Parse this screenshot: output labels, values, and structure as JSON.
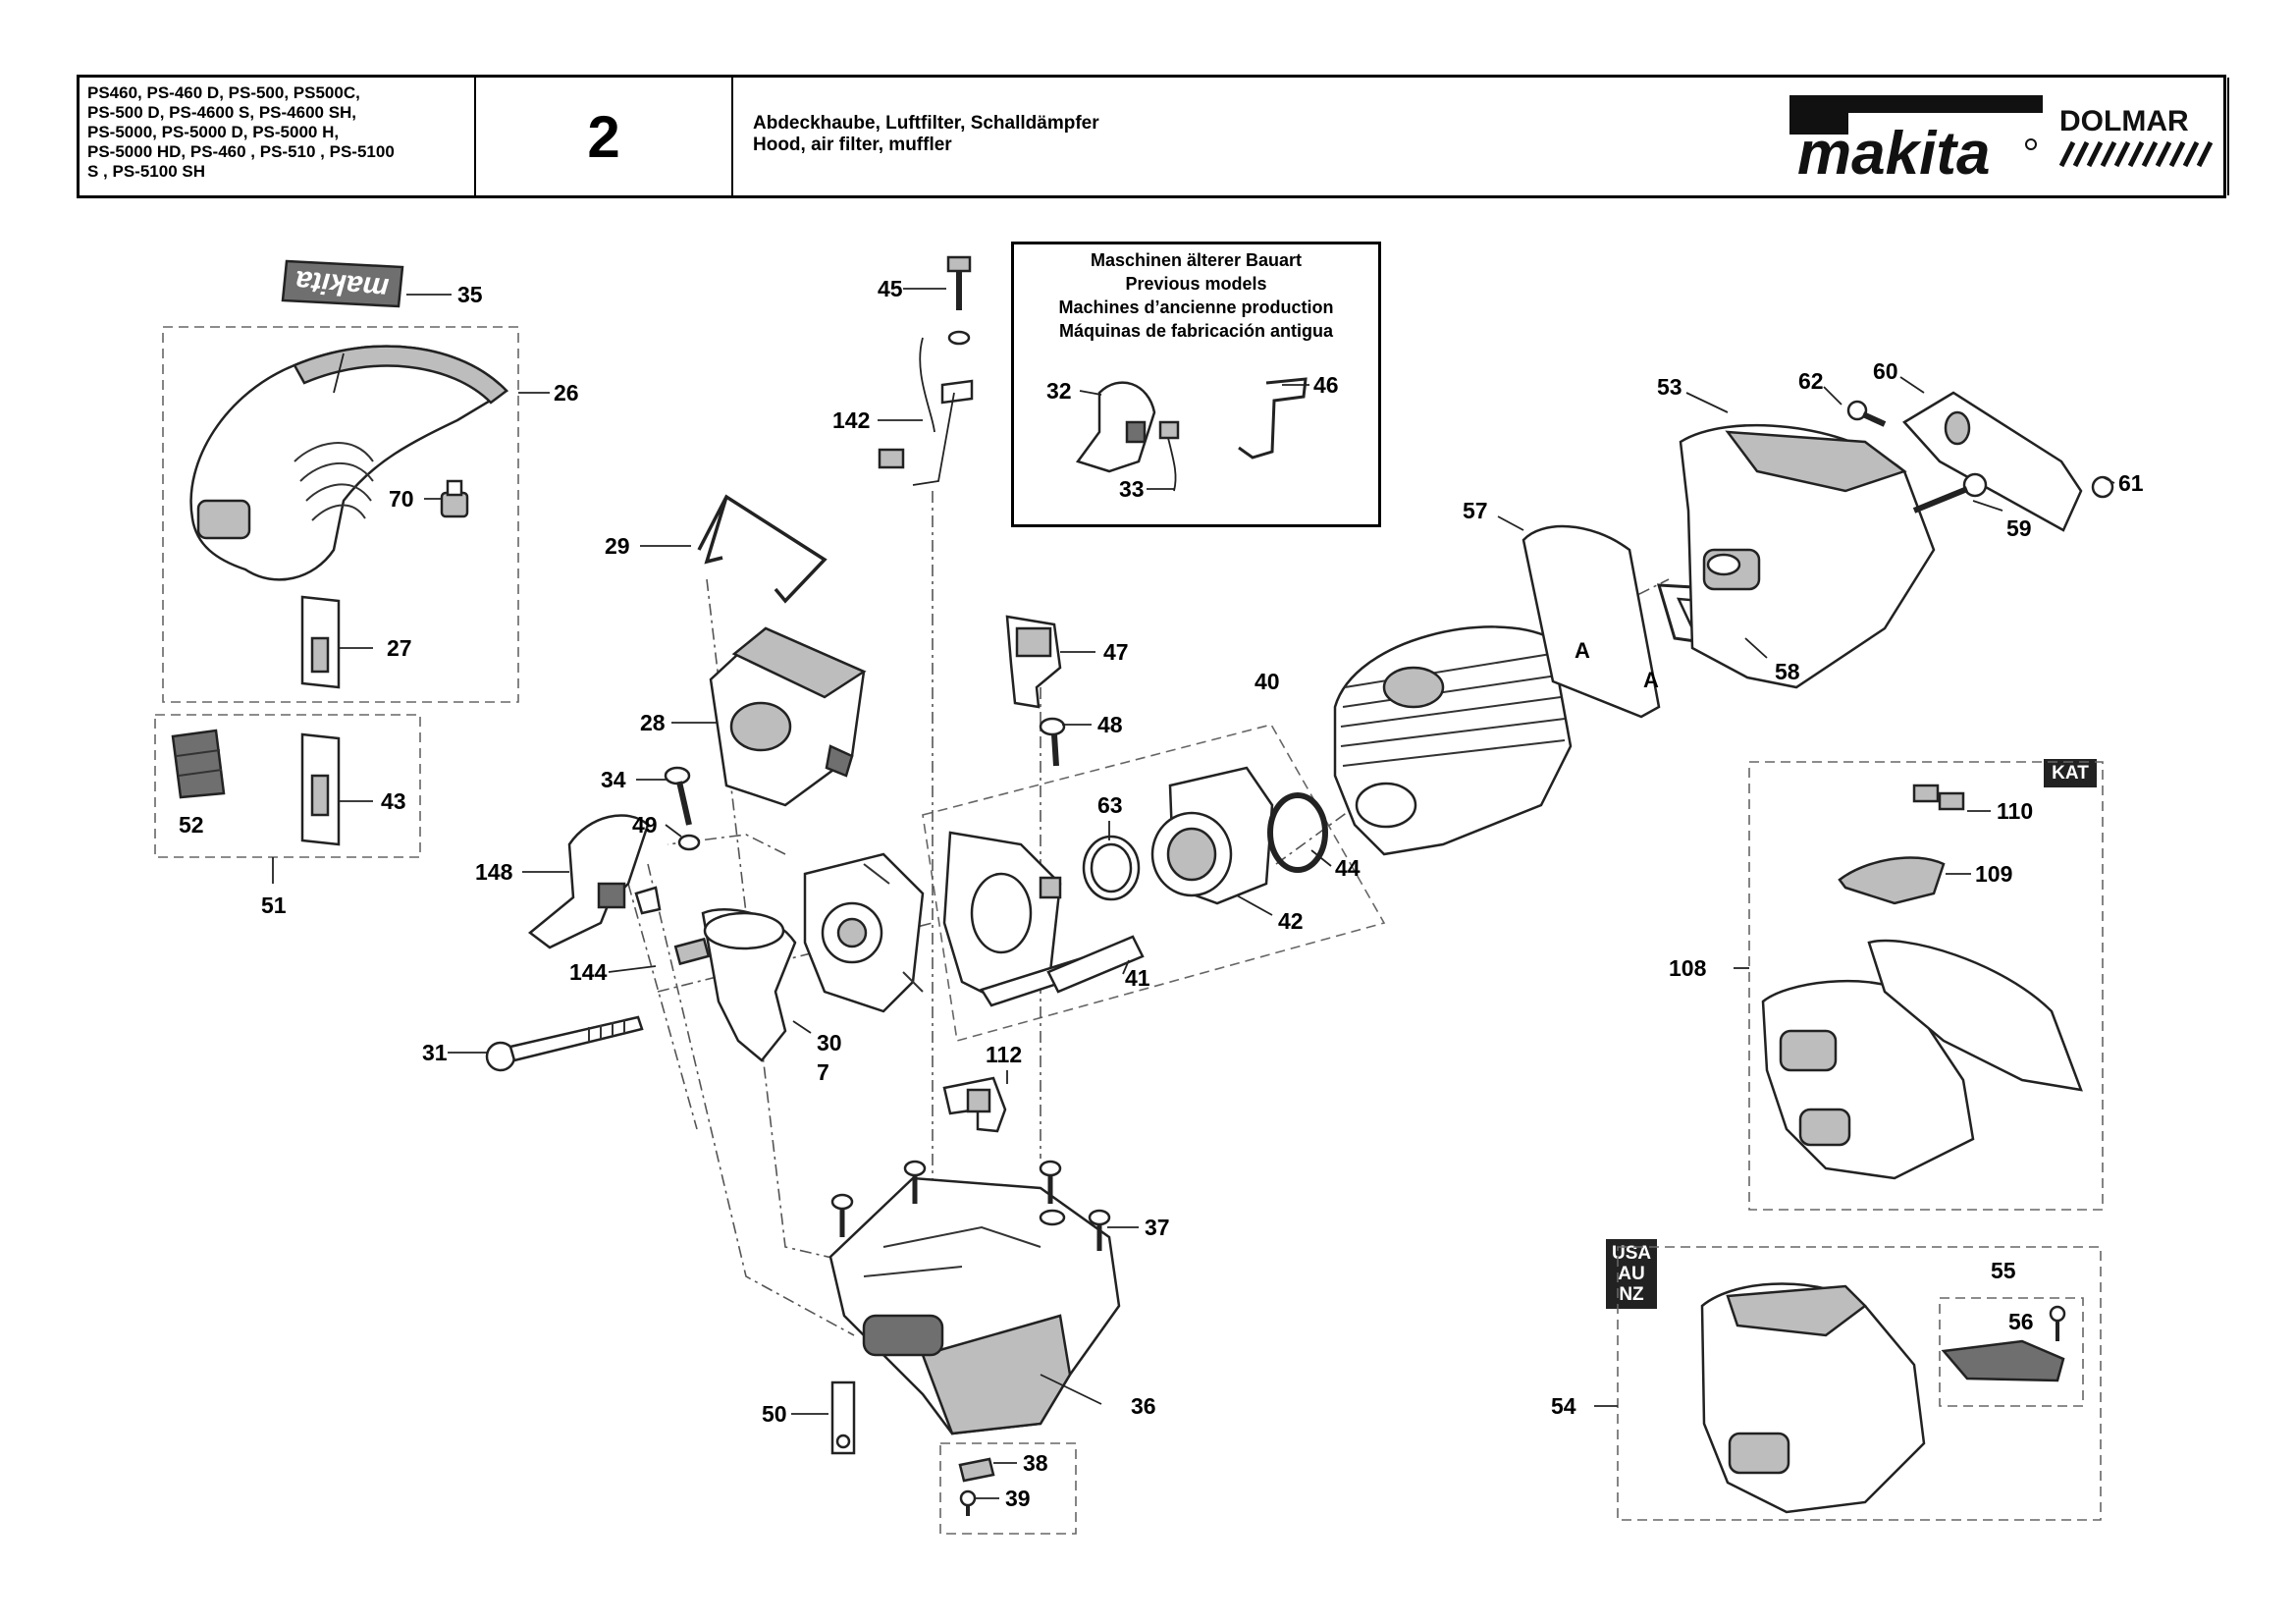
{
  "header": {
    "models": "PS460, PS-460 D, PS-500, PS500C,\nPS-500 D, PS-4600 S, PS-4600 SH,\nPS-5000, PS-5000 D, PS-5000 H,\nPS-5000 HD, PS-460 , PS-510 , PS-5100\nS , PS-5100 SH",
    "page_number": "2",
    "title_de": "Abdeckhaube, Luftfilter, Schalldämpfer",
    "title_en": "Hood, air filter, muffler",
    "brand_1": "makita",
    "brand_2": "DOLMAR"
  },
  "previous_models_box": {
    "line_de": "Maschinen älterer Bauart",
    "line_en": "Previous models",
    "line_fr": "Machines d’ancienne production",
    "line_es": "Máquinas de fabricación antigua"
  },
  "tags": {
    "kat": "KAT",
    "usa": "USA",
    "au": "AU",
    "nz": "NZ"
  },
  "part_labels": {
    "p35": "35",
    "p26": "26",
    "p70": "70",
    "p27": "27",
    "p52": "52",
    "p43": "43",
    "p51": "51",
    "p45": "45",
    "p142": "142",
    "p29": "29",
    "p28": "28",
    "p34": "34",
    "p49": "49",
    "p148": "148",
    "p144": "144",
    "p31": "31",
    "p30": "30",
    "p7": "7",
    "p47": "47",
    "p48": "48",
    "p40": "40",
    "p63": "63",
    "p44": "44",
    "p42": "42",
    "p41": "41",
    "p112": "112",
    "p37": "37",
    "p36": "36",
    "p50": "50",
    "p38": "38",
    "p39": "39",
    "p32": "32",
    "p33": "33",
    "p46": "46",
    "p53": "53",
    "p62": "62",
    "p60": "60",
    "p61": "61",
    "p59": "59",
    "p57": "57",
    "p58": "58",
    "p110": "110",
    "p109": "109",
    "p108": "108",
    "p55": "55",
    "p56": "56",
    "p54": "54"
  }
}
